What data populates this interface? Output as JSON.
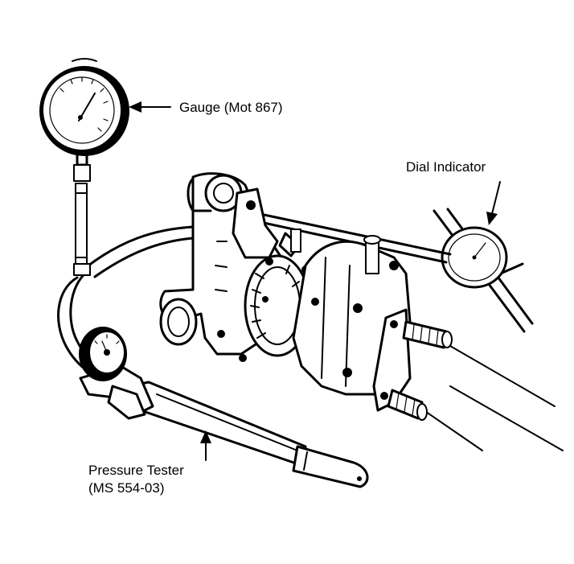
{
  "labels": {
    "gauge": "Gauge (Mot  867)",
    "dial_indicator": "Dial Indicator",
    "pressure_tester_line1": "Pressure Tester",
    "pressure_tester_line2": "(MS 554-03)"
  }
}
